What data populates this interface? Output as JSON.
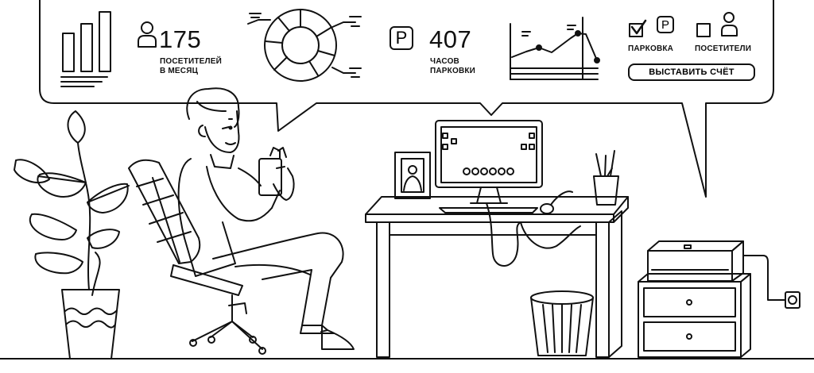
{
  "stats": {
    "visitors": {
      "value": "175",
      "label_line1": "ПОСЕТИТЕЛЕЙ",
      "label_line2": "В МЕСЯЦ"
    },
    "parking": {
      "value": "407",
      "label_line1": "ЧАСОВ",
      "label_line2": "ПАРКОВКИ",
      "badge": "P"
    }
  },
  "options": {
    "parking": {
      "label": "ПАРКОВКА",
      "badge": "P",
      "checked": true
    },
    "visitors": {
      "label": "ПОСЕТИТЕЛИ",
      "checked": false
    }
  },
  "invoice_button": {
    "label": "ВЫСТАВИТЬ СЧЁТ"
  },
  "icons": [
    "bar-chart-icon",
    "person-icon",
    "donut-chart-icon",
    "parking-icon",
    "line-chart-icon",
    "checkbox-icon",
    "outlet-icon"
  ],
  "colors": {
    "ink": "#111111",
    "background": "#ffffff"
  }
}
